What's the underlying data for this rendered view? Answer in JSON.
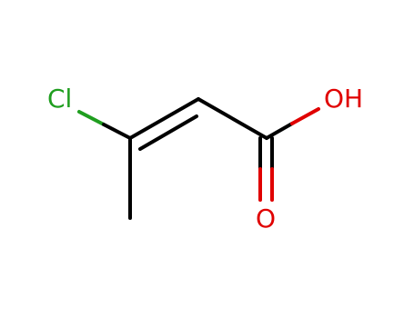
{
  "molecule": {
    "atoms": {
      "chlorine": "Cl",
      "hydroxyl": "OH",
      "carbonyl_oxygen": "O"
    },
    "colors": {
      "bond": "#000000",
      "chlorine": "#1f9e1f",
      "oxygen": "#e00000"
    }
  }
}
